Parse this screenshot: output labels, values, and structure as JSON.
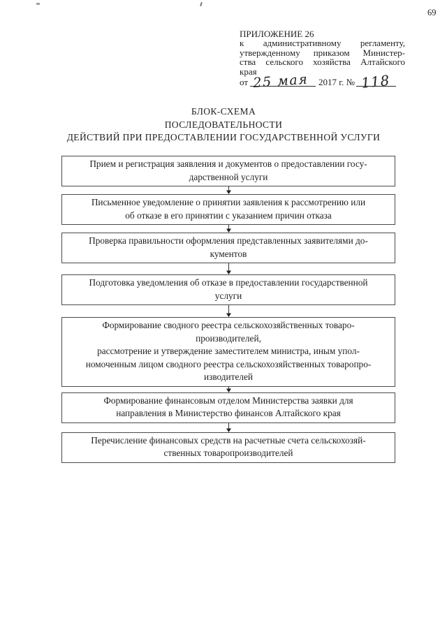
{
  "page_number": "69",
  "header": {
    "appendix": "ПРИЛОЖЕНИЕ 26",
    "line2": "к административному регламенту,",
    "line3": "утвержденному приказом Министер-",
    "line4": "ства сельского хозяйства Алтайского",
    "line5": "края",
    "date_prefix": "от",
    "date_handwritten": "25 мая",
    "date_suffix": "2017 г. №",
    "number_handwritten": "118"
  },
  "title": {
    "line1": "БЛОК-СХЕМА",
    "line2": "ПОСЛЕДОВАТЕЛЬНОСТИ",
    "line3": "ДЕЙСТВИЙ ПРИ ПРЕДОСТАВЛЕНИИ ГОСУДАРСТВЕННОЙ УСЛУГИ"
  },
  "flowchart": {
    "boxes": [
      {
        "text": "Прием и регистрация заявления и документов о предоставлении госу-\nдарственной услуги"
      },
      {
        "text": "Письменное уведомление о принятии заявления к рассмотрению или\nоб отказе в его принятии с указанием причин отказа"
      },
      {
        "text": "Проверка правильности оформления представленных заявителями до-\nкументов"
      },
      {
        "text": "Подготовка уведомления об отказе в предоставлении государственной\nуслуги"
      },
      {
        "text": "Формирование сводного реестра сельскохозяйственных товаро-\nпроизводителей,\nрассмотрение и утверждение заместителем министра, иным упол-\nномоченным лицом сводного реестра сельскохозяйственных товаропро-\nизводителей"
      },
      {
        "text": "Формирование финансовым отделом Министерства заявки для\nнаправления в Министерство финансов Алтайского края"
      },
      {
        "text": "Перечисление финансовых средств на расчетные счета сельскохозяй-\nственных товаропроизводителей"
      }
    ]
  },
  "colors": {
    "ink": "#1f1f1f",
    "box_border": "#4a4a4a",
    "paper": "#ffffff"
  }
}
